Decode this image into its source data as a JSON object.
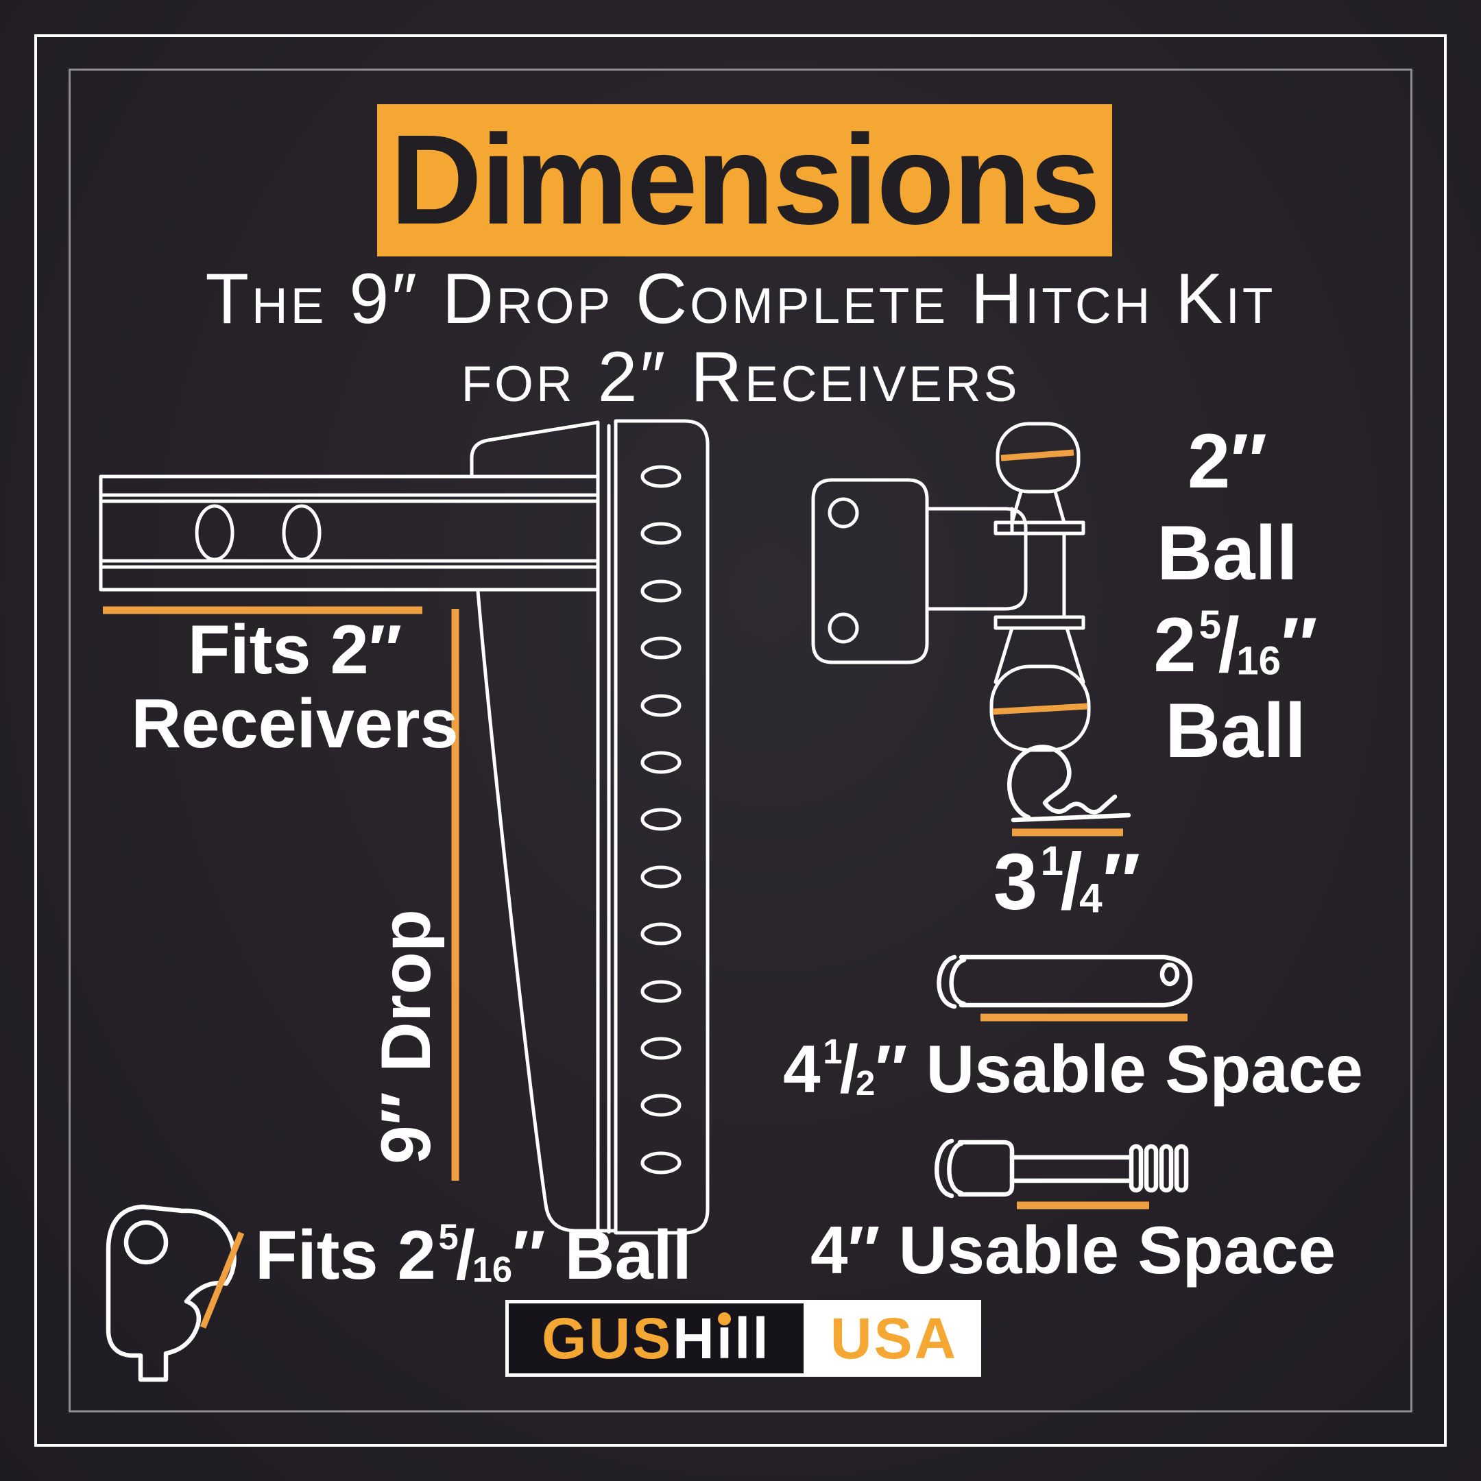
{
  "theme": {
    "background": "#272329",
    "accent": "#F5A733",
    "line_accent": "#EFA041",
    "title_text": "#211E24",
    "text_light": "#FFFFFF",
    "frame_outer": "#FFFFFF",
    "frame_inner": "#8E8B91",
    "logo_black": "#16131A",
    "logo_white": "#FFFFFF"
  },
  "header": {
    "title": "Dimensions",
    "subtitle_line1": "The 9″ Drop Complete Hitch Kit",
    "subtitle_line2": "for 2″ Receivers"
  },
  "hitch_diagram": {
    "receiver_label_line1": "Fits 2″",
    "receiver_label_line2": "Receivers",
    "drop_label": "9″ Drop",
    "fits_ball_label": {
      "prefix": "Fits 2",
      "fraction_numerator": "5",
      "fraction_slash": "/",
      "fraction_denominator": "16",
      "suffix": "″ Ball"
    }
  },
  "parts_column": {
    "two_inch_ball": {
      "size": "2″",
      "word": "Ball"
    },
    "two_five_sixteenth_ball": {
      "whole": "2",
      "fraction_numerator": "5",
      "fraction_slash": "/",
      "fraction_denominator": "16",
      "unit": "″",
      "word": "Ball"
    },
    "clip_length": {
      "whole": "3",
      "fraction_numerator": "1",
      "fraction_slash": "/",
      "fraction_denominator": "4",
      "unit": "″"
    },
    "clevis_pin": {
      "whole": "4",
      "fraction_numerator": "1",
      "fraction_slash": "/",
      "fraction_denominator": "2",
      "unit": "″",
      "label": " Usable Space"
    },
    "hitch_pin": {
      "label": "4″ Usable Space"
    }
  },
  "logo": {
    "brand_left": "GUS",
    "brand_right": "Hill",
    "region": "USA"
  },
  "icons": {
    "hitch_side_view": "receiver-shank-with-drop-channel-outline",
    "dual_ball_mount": "two-ball-attachment-outline",
    "r_clip": "hitch-clip-outline",
    "clevis_pin": "receiver-pin-outline",
    "locking_hitch_pin": "grooved-pin-outline",
    "trailer_coupler": "coupler-outline"
  }
}
